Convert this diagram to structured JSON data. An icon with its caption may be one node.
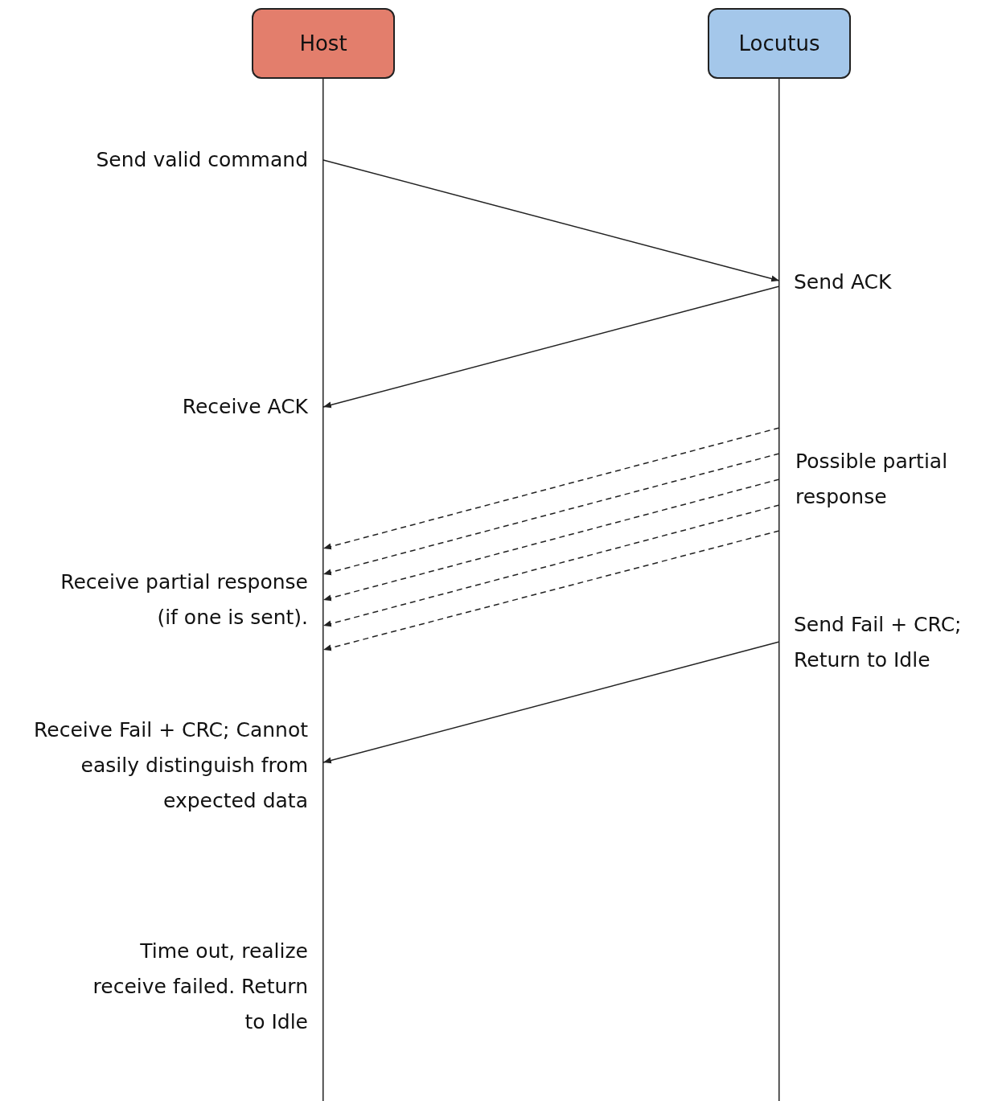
{
  "diagram": {
    "nodes": [
      {
        "text": [
          "Host"
        ]
      },
      {
        "text": [
          "Locutus"
        ]
      }
    ],
    "edges": [
      {
        "from": 0,
        "to": 1,
        "arrow": "to"
      },
      {
        "from": 1,
        "to": 0,
        "arrow": "to"
      },
      {
        "from": 1,
        "to": 0,
        "arrow": "to",
        "style": "dashed"
      },
      {
        "from": 1,
        "to": 0,
        "arrow": "to",
        "style": "dashed"
      },
      {
        "from": 1,
        "to": 0,
        "arrow": "to",
        "style": "dashed"
      },
      {
        "from": 1,
        "to": 0,
        "arrow": "to",
        "style": "dashed"
      },
      {
        "from": 1,
        "to": 0,
        "arrow": "to",
        "style": "dashed"
      },
      {
        "from": 1,
        "to": 0,
        "arrow": "to"
      }
    ],
    "labels": [
      "Send valid command",
      "Send ACK",
      "Receive ACK",
      "Possible partial response",
      "Receive partial response (if one is sent).",
      "Send Fail + CRC; Return to Idle",
      "Receive Fail + CRC; Cannot easily distinguish from expected data",
      "Time out, realize receive failed. Return to Idle"
    ]
  }
}
